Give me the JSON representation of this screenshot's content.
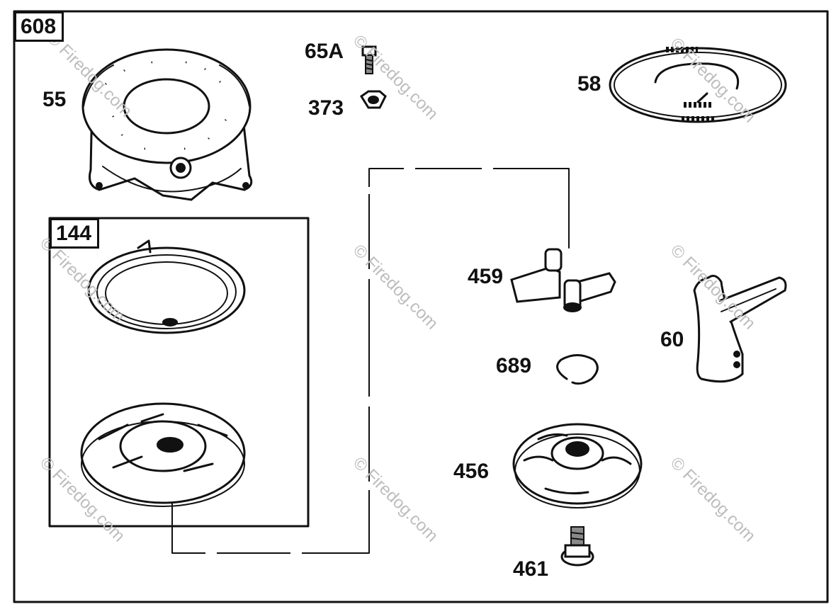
{
  "diagram": {
    "assembly_label": "608",
    "sub_assembly_label": "144",
    "parts": [
      {
        "id": "p55",
        "label": "55",
        "icon": "blower-housing"
      },
      {
        "id": "p65a",
        "label": "65A",
        "icon": "screw"
      },
      {
        "id": "p373",
        "label": "373",
        "icon": "hex-nut"
      },
      {
        "id": "p58",
        "label": "58",
        "icon": "starter-rope"
      },
      {
        "id": "p459",
        "label": "459",
        "icon": "starter-dogs"
      },
      {
        "id": "p60",
        "label": "60",
        "icon": "starter-handle"
      },
      {
        "id": "p689",
        "label": "689",
        "icon": "retainer-ring"
      },
      {
        "id": "p456",
        "label": "456",
        "icon": "dog-retainer"
      },
      {
        "id": "p461",
        "label": "461",
        "icon": "shoulder-screw"
      }
    ],
    "watermark": "© Firedog.com"
  }
}
